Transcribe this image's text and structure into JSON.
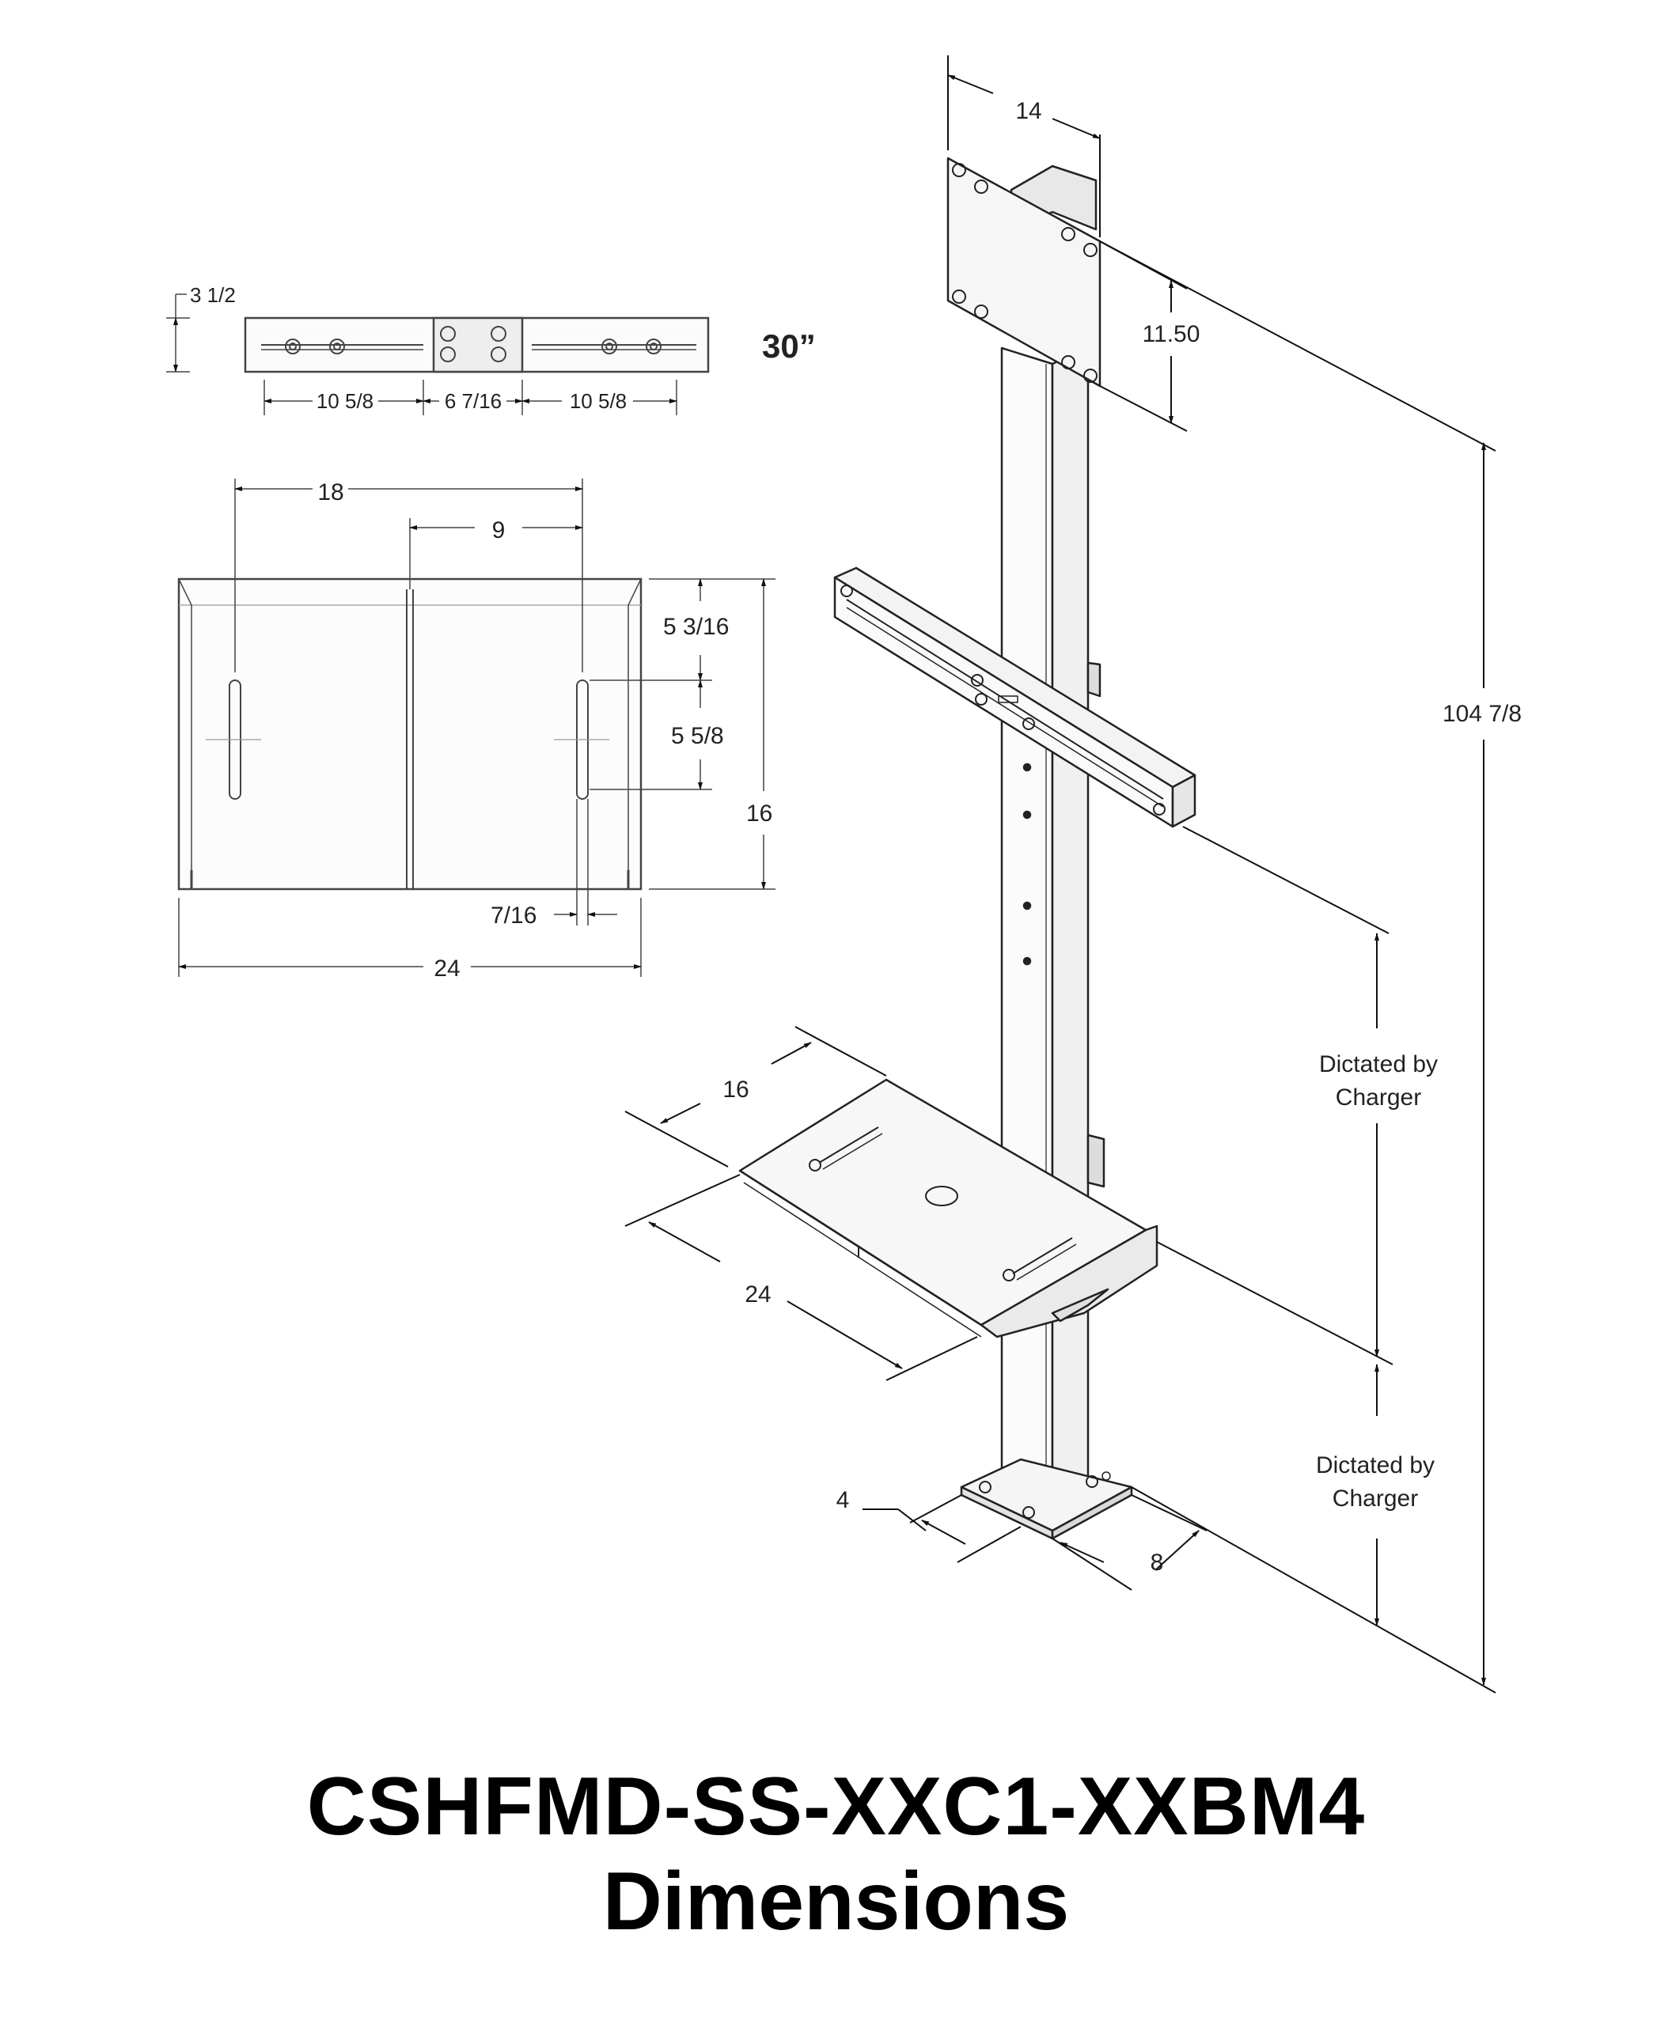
{
  "title": {
    "model": "CSHFMD-SS-XXC1-XXBM4",
    "subtitle": "Dimensions"
  },
  "crossbar_top_view": {
    "height_label": "3 1/2",
    "left_segment_label": "10 5/8",
    "center_segment_label": "6 7/16",
    "right_segment_label": "10 5/8",
    "length_label": "30”"
  },
  "shelf_top_view": {
    "slot_spacing_label": "18",
    "center_to_slot_label": "9",
    "top_to_slot_label": "5 3/16",
    "slot_length_label": "5 5/8",
    "depth_label": "16",
    "slot_width_label": "7/16",
    "width_label": "24"
  },
  "isometric_view": {
    "plate_width_label": "14",
    "plate_height_label": "11.50",
    "overall_height_label": "104 7/8",
    "upper_gap_label_line1": "Dictated by",
    "upper_gap_label_line2": "Charger",
    "lower_gap_label_line1": "Dictated by",
    "lower_gap_label_line2": "Charger",
    "shelf_depth_label": "16",
    "shelf_width_label": "24",
    "base_small_label": "4",
    "base_large_label": "8"
  }
}
